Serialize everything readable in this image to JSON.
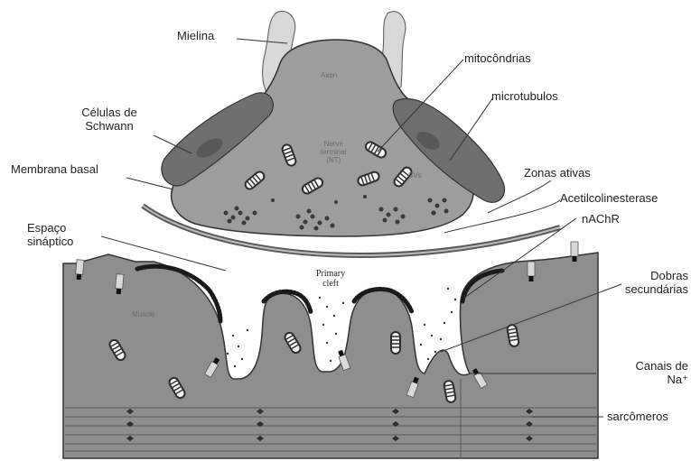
{
  "labels": {
    "mielina": "Mielina",
    "celulas_schwann": [
      "Células de",
      "Schwann"
    ],
    "membrana_basal": "Membrana basal",
    "espaco_sinaptico": [
      "Espaço",
      "sináptico"
    ],
    "mitocondrias": "mitocôndrias",
    "microtubulos": "microtubulos",
    "zonas_ativas": "Zonas ativas",
    "acetilcolinesterase": "Acetilcolinesterase",
    "nachr": "nAChR",
    "dobras_secundarias": [
      "Dobras",
      "secundárias"
    ],
    "canais_na": [
      "Canais de",
      "Na⁺"
    ],
    "sarcomeros": "sarcômeros",
    "primary_cleft": [
      "Primary",
      "cleft"
    ]
  },
  "faint_labels": {
    "axon": "Axon",
    "nerve_terminal": [
      "Nerve",
      "terminal",
      "(NT)"
    ],
    "muscle": "Muscle",
    "vesicle": "SVs"
  },
  "colors": {
    "terminal_fill": "#9d9d9d",
    "schwann_fill": "#6f6f6f",
    "muscle_fill": "#8e8e8e",
    "myelin_fill": "#d8d8d8",
    "basal_membrane": "#5a5a5a",
    "label_text": "#222222"
  }
}
